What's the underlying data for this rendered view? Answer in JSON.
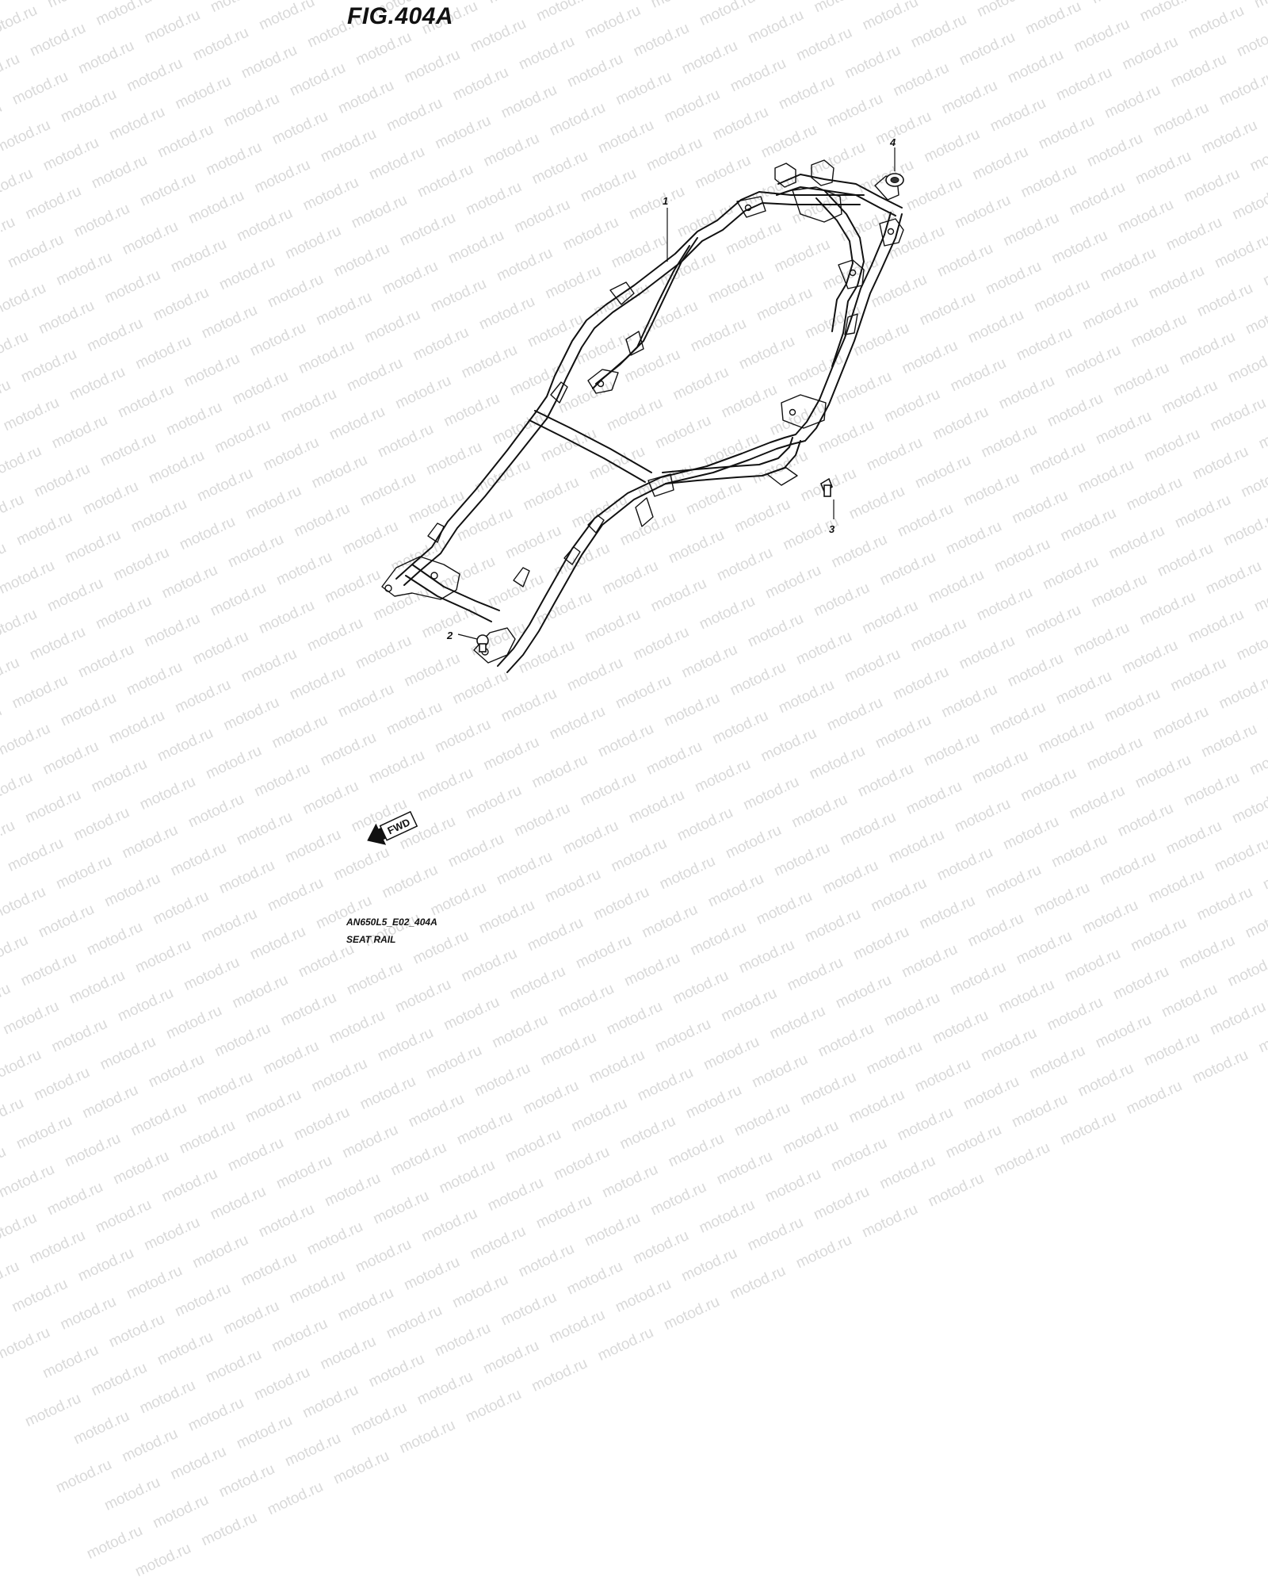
{
  "figure": {
    "title": "FIG.404A",
    "code": "AN650L5_E02_404A",
    "caption": "SEAT RAIL"
  },
  "watermark": {
    "text": "motod.ru"
  },
  "callouts": [
    {
      "number": "1"
    },
    {
      "number": "2"
    },
    {
      "number": "3"
    },
    {
      "number": "4"
    }
  ],
  "fwd_indicator": {
    "label": "FWD",
    "icon": "fwd-arrow-icon"
  },
  "colors": {
    "line": "#111111",
    "watermark": "#d9d9d9",
    "background": "#ffffff"
  }
}
